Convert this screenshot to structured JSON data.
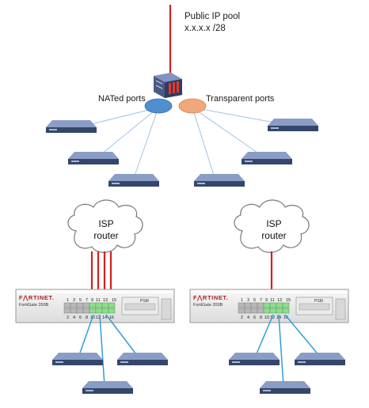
{
  "top": {
    "pool_label": "Public IP pool",
    "pool_subnet": "x.x.x.x /28",
    "nat_label": "NATed ports",
    "transparent_label": "Transparent ports"
  },
  "cloud_left": {
    "line1": "ISP",
    "line2": "router"
  },
  "cloud_right": {
    "line1": "ISP",
    "line2": "router"
  },
  "fortigate_left": {
    "brand": "F⋀RTINET.",
    "model": "FortiGate 200B",
    "ports_top": [
      "1",
      "3",
      "5",
      "7",
      "9",
      "11",
      "13",
      "15"
    ],
    "ports_bottom": [
      "2",
      "4",
      "6",
      "8",
      "10",
      "12",
      "14",
      "16"
    ],
    "psm": "PSM"
  },
  "fortigate_right": {
    "brand": "F⋀RTINET.",
    "model": "FortiGate 200B",
    "ports_top": [
      "1",
      "3",
      "5",
      "7",
      "9",
      "11",
      "13",
      "15"
    ],
    "ports_bottom": [
      "2",
      "4",
      "6",
      "8",
      "10",
      "12",
      "14",
      "16"
    ],
    "psm": "PSM"
  },
  "colors": {
    "wan_link": "#d42020",
    "lan_link": "#2d9fd8",
    "nat_port": "#4f8fd0",
    "transparent_port": "#f0a87a",
    "host": "#3a4b70"
  }
}
